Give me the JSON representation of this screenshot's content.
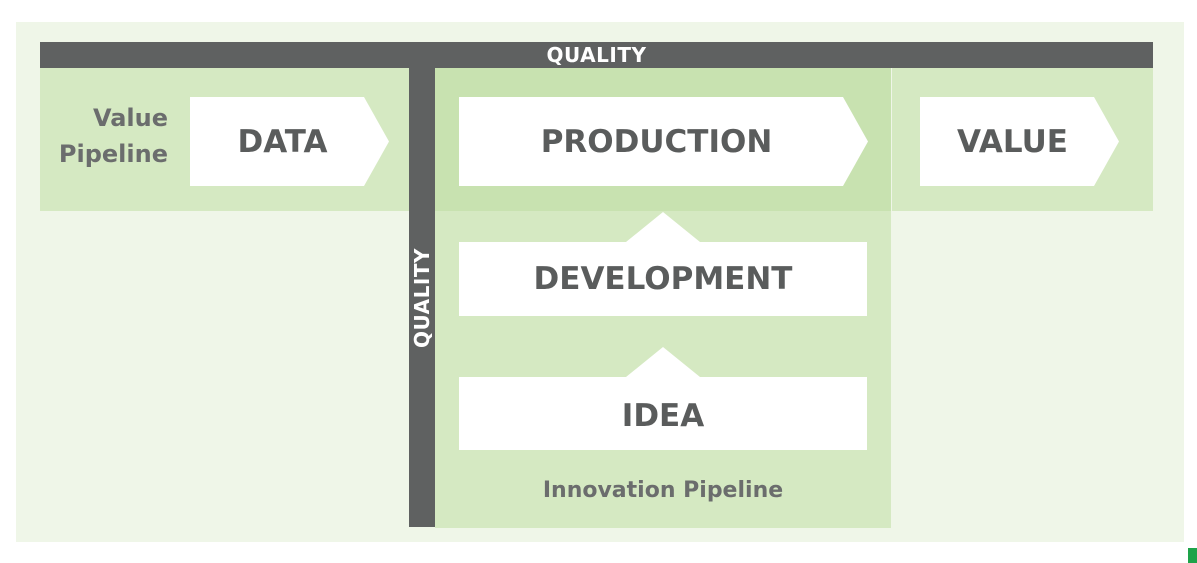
{
  "quality_label": "QUALITY",
  "value_pipeline": {
    "label_line1": "Value",
    "label_line2": "Pipeline"
  },
  "boxes": {
    "data": "DATA",
    "production": "PRODUCTION",
    "value": "VALUE",
    "development": "DEVELOPMENT",
    "idea": "IDEA"
  },
  "innovation_pipeline_label": "Innovation Pipeline",
  "colors": {
    "background_panel": "#eff6e8",
    "pipeline_band": "#d5e9c2",
    "quality_bar": "#5f6161",
    "box_fill": "#ffffff",
    "box_text": "#5a5c5c",
    "accent_mark": "#1ea34a"
  }
}
